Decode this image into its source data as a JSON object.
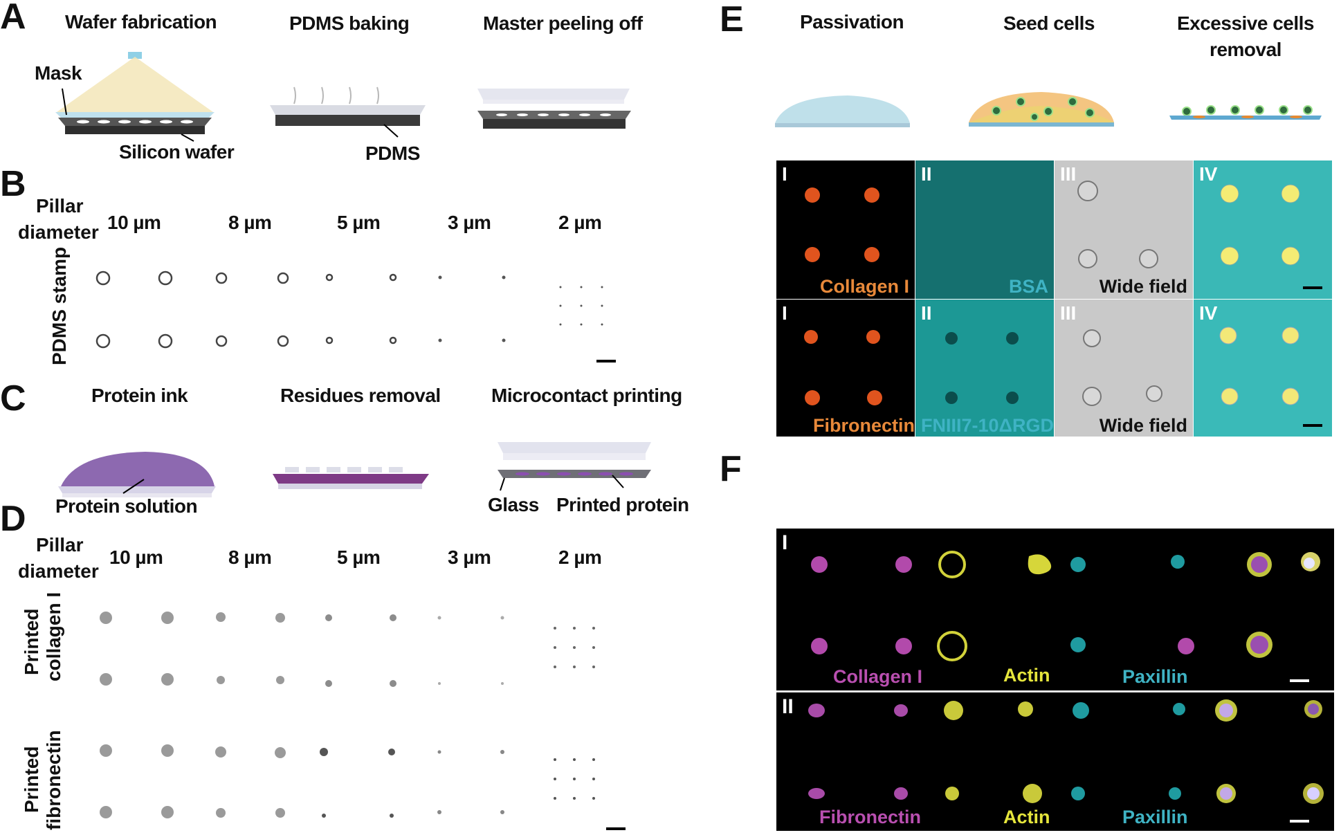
{
  "panels": {
    "a": "A",
    "b": "B",
    "c": "C",
    "d": "D",
    "e": "E",
    "f": "F"
  },
  "panelA": {
    "step1": "Wafer fabrication",
    "step2": "PDMS baking",
    "step3": "Master peeling off",
    "mask": "Mask",
    "silicon": "Silicon wafer",
    "pdms": "PDMS"
  },
  "panelB": {
    "pillar": "Pillar",
    "diameter": "diameter",
    "sizes": [
      "10 µm",
      "8 µm",
      "5 µm",
      "3 µm",
      "2 µm"
    ],
    "side": "PDMS stamp"
  },
  "panelC": {
    "step1": "Protein ink",
    "step2": "Residues removal",
    "step3": "Microcontact printing",
    "solution": "Protein solution",
    "glass": "Glass",
    "printed": "Printed protein"
  },
  "panelD": {
    "pillar": "Pillar",
    "diameter": "diameter",
    "sizes": [
      "10 µm",
      "8 µm",
      "5 µm",
      "3 µm",
      "2 µm"
    ],
    "side1a": "Printed",
    "side1b": "collagen I",
    "side2a": "Printed",
    "side2b": "fibronectin"
  },
  "panelE": {
    "step1": "Passivation",
    "step2": "Seed cells",
    "step3a": "Excessive cells",
    "step3b": "removal",
    "roman": [
      "I",
      "II",
      "III",
      "IV"
    ],
    "row1": [
      "Collagen I",
      "BSA",
      "Wide field"
    ],
    "row2": [
      "Fibronectin",
      "FNIII7-10ΔRGD",
      "Wide field"
    ]
  },
  "panelF": {
    "row1": {
      "roman": "I",
      "labels": [
        "Collagen I",
        "Actin",
        "Paxillin"
      ]
    },
    "row2": {
      "roman": "II",
      "labels": [
        "Fibronectin",
        "Actin",
        "Paxillin"
      ]
    }
  },
  "colors": {
    "orange": "#e8893a",
    "cyan": "#3fb3c4",
    "magenta": "#b94fb0",
    "yellow": "#e6e63c",
    "tileCyan": "#1c8c8a",
    "wide": "#c9c9c9",
    "overlay": "#36b7b5"
  }
}
